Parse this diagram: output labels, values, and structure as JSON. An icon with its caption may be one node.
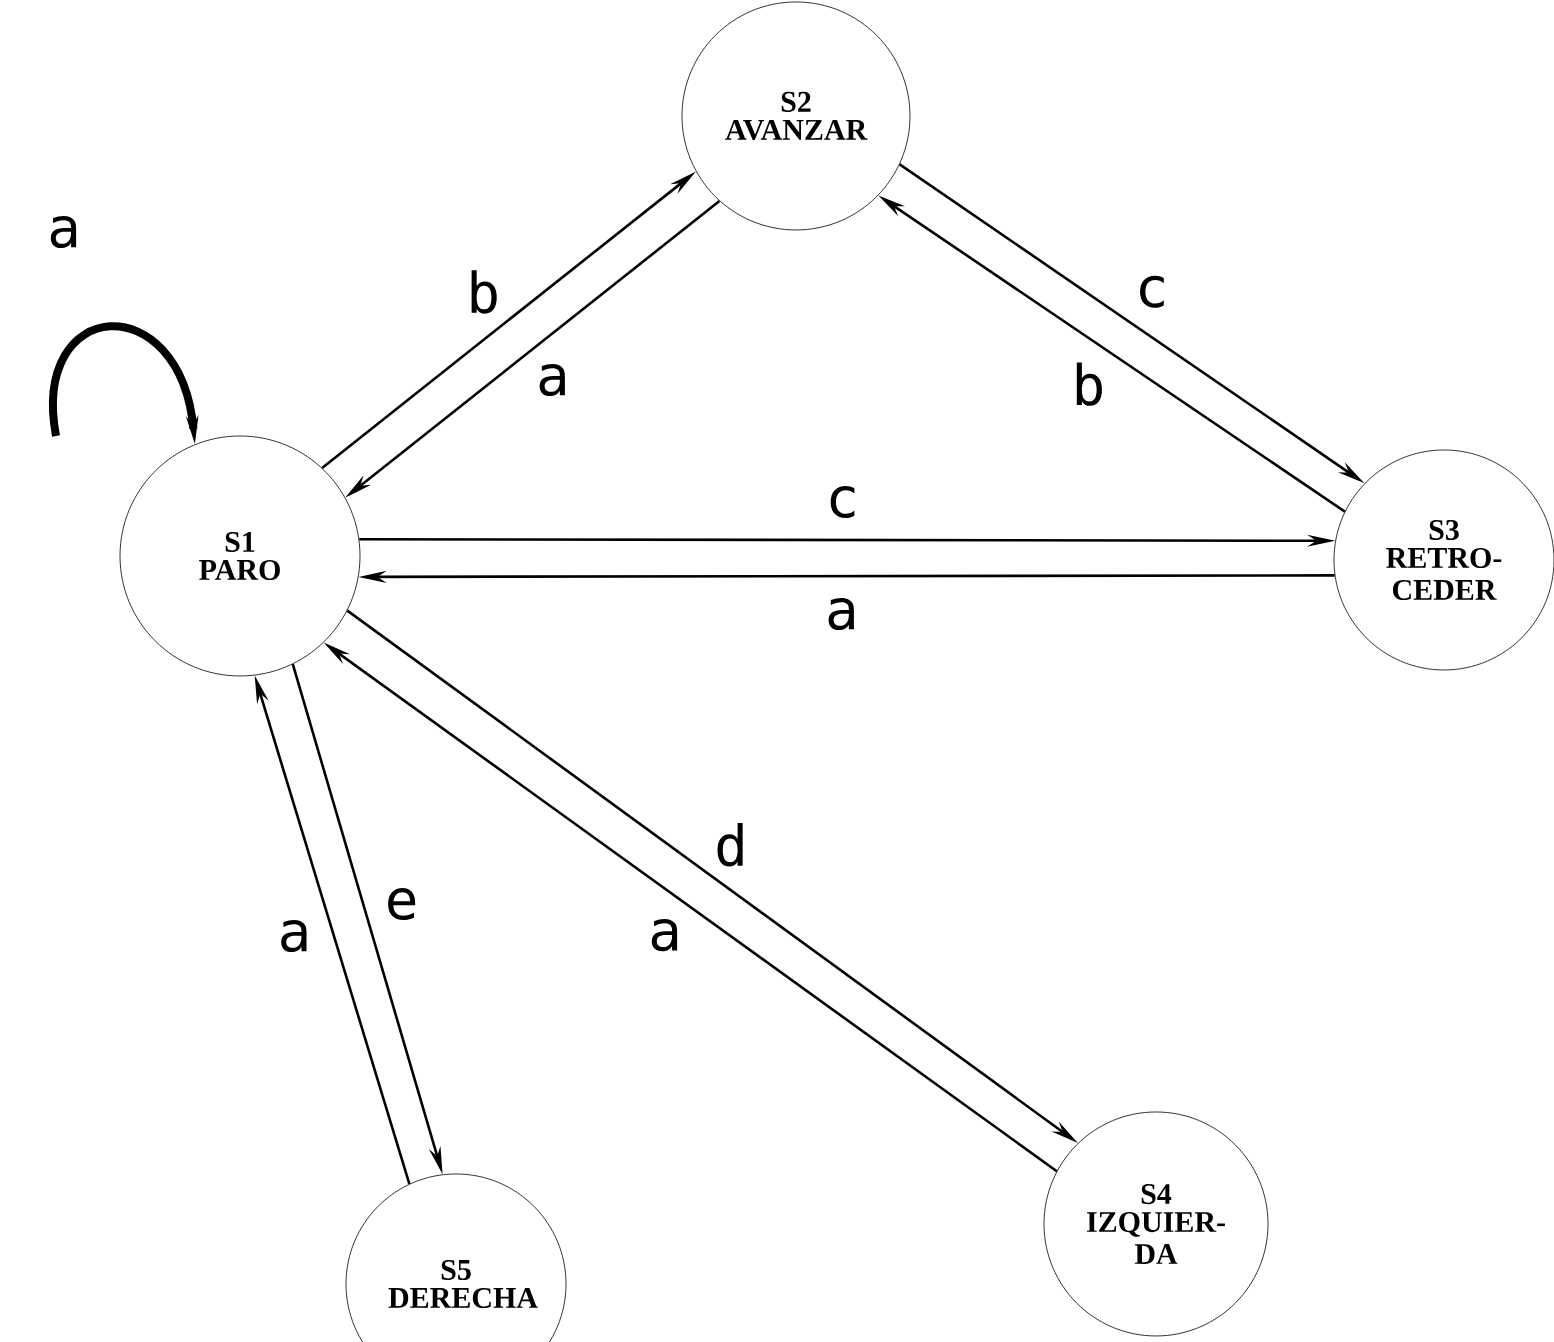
{
  "diagram": {
    "nodes": [
      {
        "text": [
          "S1",
          "PARO"
        ]
      },
      {
        "text": [
          "S2",
          "AVANZAR"
        ]
      },
      {
        "text": [
          "S3",
          "RETRO-CEDER"
        ]
      },
      {
        "text": [
          "S4",
          "IZQUIER-DA"
        ]
      },
      {
        "text": [
          "S5",
          "DERECHA"
        ]
      }
    ],
    "edges": [
      {
        "from": null,
        "to": 0,
        "arrow": "to",
        "label": "a",
        "style": "thick"
      },
      {
        "from": 0,
        "to": 1,
        "arrow": "to",
        "label": "b"
      },
      {
        "from": 1,
        "to": 0,
        "arrow": "to",
        "label": "a"
      },
      {
        "from": 1,
        "to": 2,
        "arrow": "to",
        "label": "c"
      },
      {
        "from": 2,
        "to": 1,
        "arrow": "to",
        "label": "b"
      },
      {
        "from": 0,
        "to": 2,
        "arrow": "to",
        "label": "c"
      },
      {
        "from": 2,
        "to": 0,
        "arrow": "to",
        "label": "a"
      },
      {
        "from": 0,
        "to": 3,
        "arrow": "to",
        "label": "d"
      },
      {
        "from": 3,
        "to": 0,
        "arrow": "to",
        "label": "a"
      },
      {
        "from": 0,
        "to": 4,
        "arrow": "to",
        "label": "e"
      },
      {
        "from": 4,
        "to": 0,
        "arrow": "to",
        "label": "a"
      }
    ]
  }
}
